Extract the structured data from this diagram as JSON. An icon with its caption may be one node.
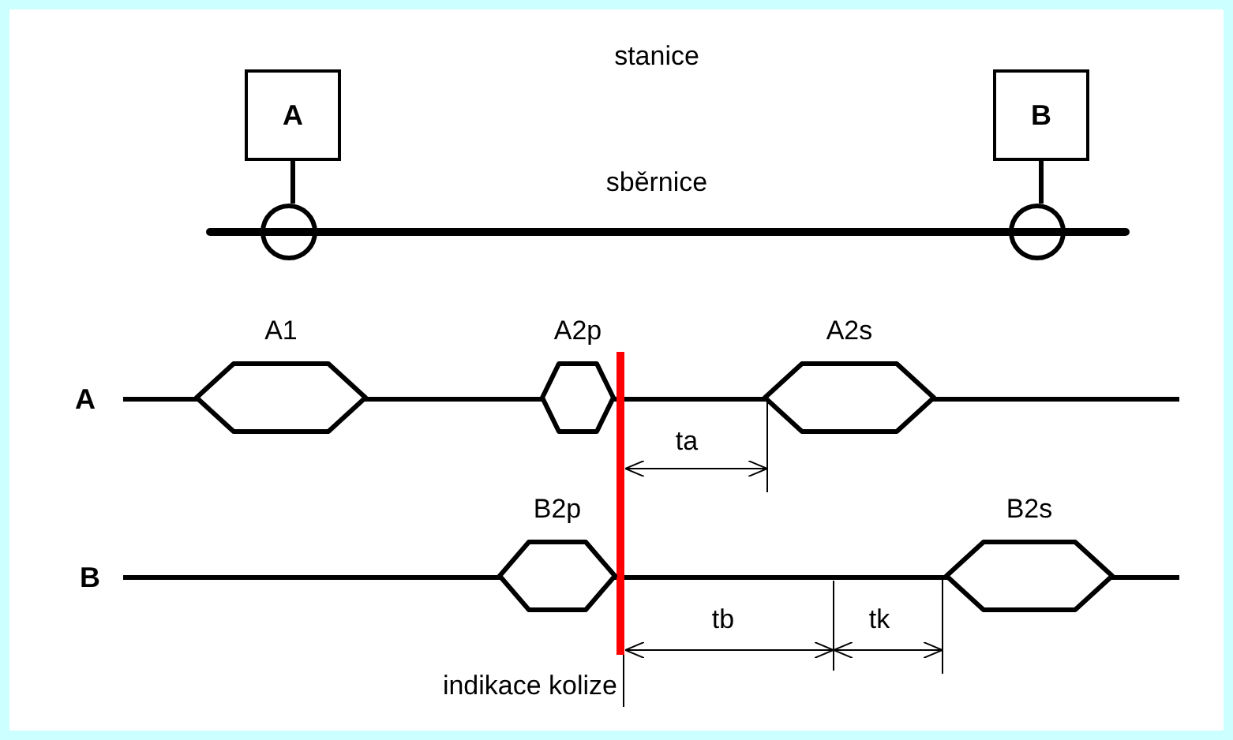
{
  "diagram": {
    "nodes": [
      {
        "text": [
          "A"
        ]
      },
      {
        "text": [
          "B"
        ]
      },
      {
        "text": [],
        "shape": "circle"
      },
      {
        "text": [],
        "shape": "circle"
      },
      {
        "text": [
          "A1"
        ]
      },
      {
        "text": [
          "A2p"
        ]
      },
      {
        "text": [
          "A2s"
        ]
      },
      {
        "text": [
          "B2p"
        ]
      },
      {
        "text": [
          "B2s"
        ]
      }
    ],
    "edges": [
      {
        "from": 0,
        "to": 2,
        "arrow": "none"
      },
      {
        "from": 1,
        "to": 3,
        "arrow": "none"
      }
    ],
    "labels": [
      "stanice",
      "sběrnice",
      "A",
      "B",
      "ta",
      "tb",
      "tk",
      "indikace kolize"
    ]
  }
}
